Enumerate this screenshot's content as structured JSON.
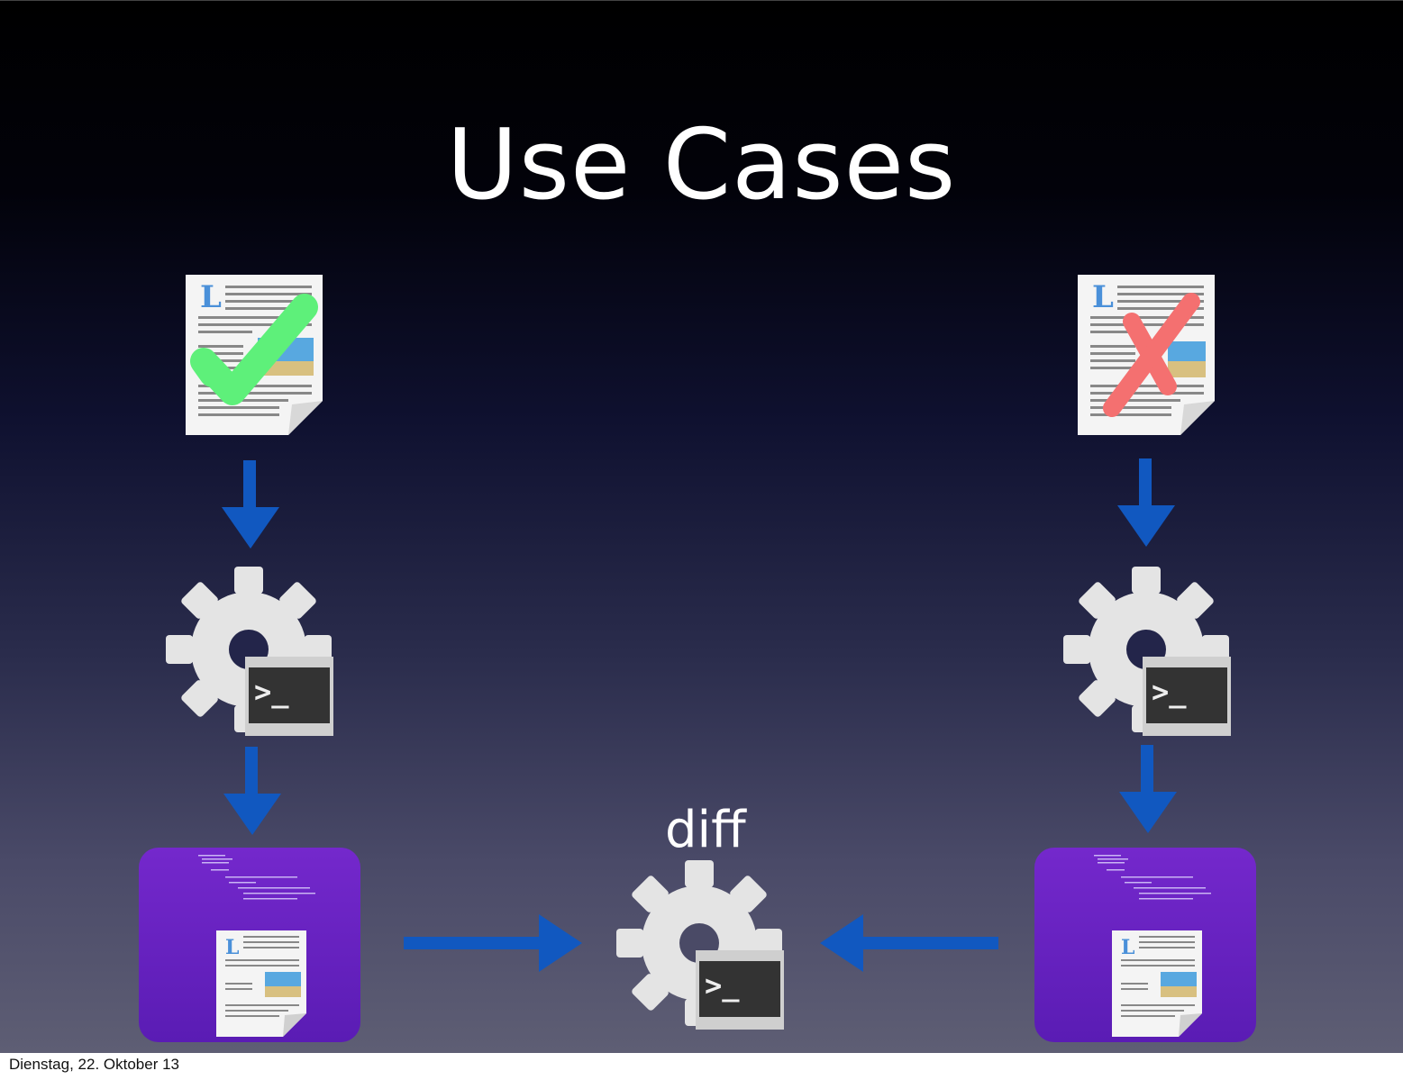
{
  "slide": {
    "title": "Use Cases",
    "diff_label": "diff",
    "footer_date": "Dienstag, 22. Oktober 13"
  },
  "pipelines": [
    {
      "side": "left",
      "input_document": "document-icon",
      "status": "valid",
      "status_icon": "checkmark-icon",
      "status_color": "#5ef07a"
    },
    {
      "side": "right",
      "input_document": "document-icon",
      "status": "invalid",
      "status_icon": "cross-icon",
      "status_color": "#f47070"
    }
  ],
  "colors": {
    "arrow": "#1158c0",
    "output_box": "#6a22c8",
    "title_text": "#ffffff"
  }
}
